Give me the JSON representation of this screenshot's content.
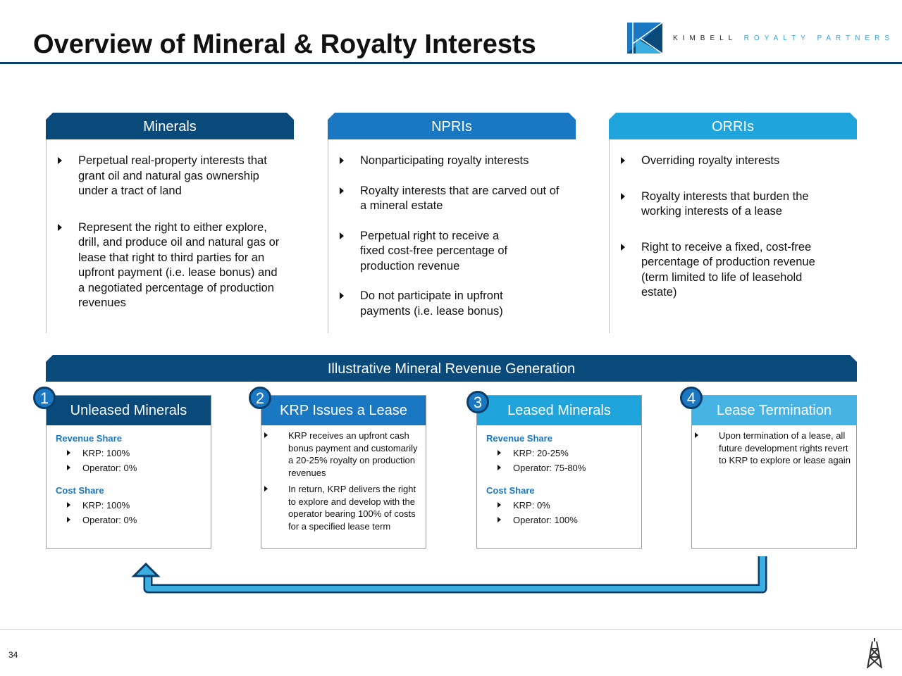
{
  "title": "Overview of Mineral & Royalty Interests",
  "logo": {
    "word1": "KIMBELL",
    "word2": "ROYALTY PARTNERS"
  },
  "columns": [
    {
      "header": "Minerals",
      "color": "#0a4a7a",
      "bullets": [
        "Perpetual real-property interests that grant oil and natural gas ownership under a tract of land",
        "Represent the right to either explore, drill, and produce oil and natural gas or lease that right to third parties for an upfront payment (i.e. lease bonus) and a negotiated percentage of production revenues"
      ]
    },
    {
      "header": "NPRIs",
      "color": "#1a78c2",
      "bullets": [
        "Nonparticipating royalty interests",
        "Royalty interests that are carved out of a mineral estate",
        "Perpetual right to receive a fixed cost-free percentage of production revenue",
        "Do not participate in upfront payments (i.e. lease bonus)"
      ]
    },
    {
      "header": "ORRIs",
      "color": "#1fa4dc",
      "bullets": [
        "Overriding royalty interests",
        "Royalty interests that burden the working interests of a lease",
        "Right to receive a fixed, cost-free percentage of production revenue (term limited to life of leasehold estate)"
      ]
    }
  ],
  "banner": "Illustrative Mineral Revenue Generation",
  "steps": [
    {
      "num": "1",
      "header": "Unleased Minerals",
      "color": "#0a4a7a",
      "rev_label": "Revenue Share",
      "rev": [
        "KRP: 100%",
        "Operator: 0%"
      ],
      "cost_label": "Cost Share",
      "cost": [
        "KRP: 100%",
        "Operator: 0%"
      ]
    },
    {
      "num": "2",
      "header": "KRP Issues a Lease",
      "color": "#1a78c2",
      "bullets": [
        "KRP receives an upfront cash bonus payment and customarily a 20-25% royalty on production revenues",
        "In return, KRP delivers the right to explore and develop with the operator bearing 100% of costs for a specified lease term"
      ]
    },
    {
      "num": "3",
      "header": "Leased Minerals",
      "color": "#1fa4dc",
      "rev_label": "Revenue Share",
      "rev": [
        "KRP: 20-25%",
        "Operator: 75-80%"
      ],
      "cost_label": "Cost Share",
      "cost": [
        "KRP: 0%",
        "Operator: 100%"
      ]
    },
    {
      "num": "4",
      "header": "Lease Termination",
      "color": "#45b3e3",
      "bullets": [
        "Upon termination of a lease, all future development rights revert to KRP to explore or lease again"
      ]
    }
  ],
  "page_number": "34",
  "icons": {
    "footer": "oil-derrick-icon",
    "flow": "return-arrow-icon"
  }
}
